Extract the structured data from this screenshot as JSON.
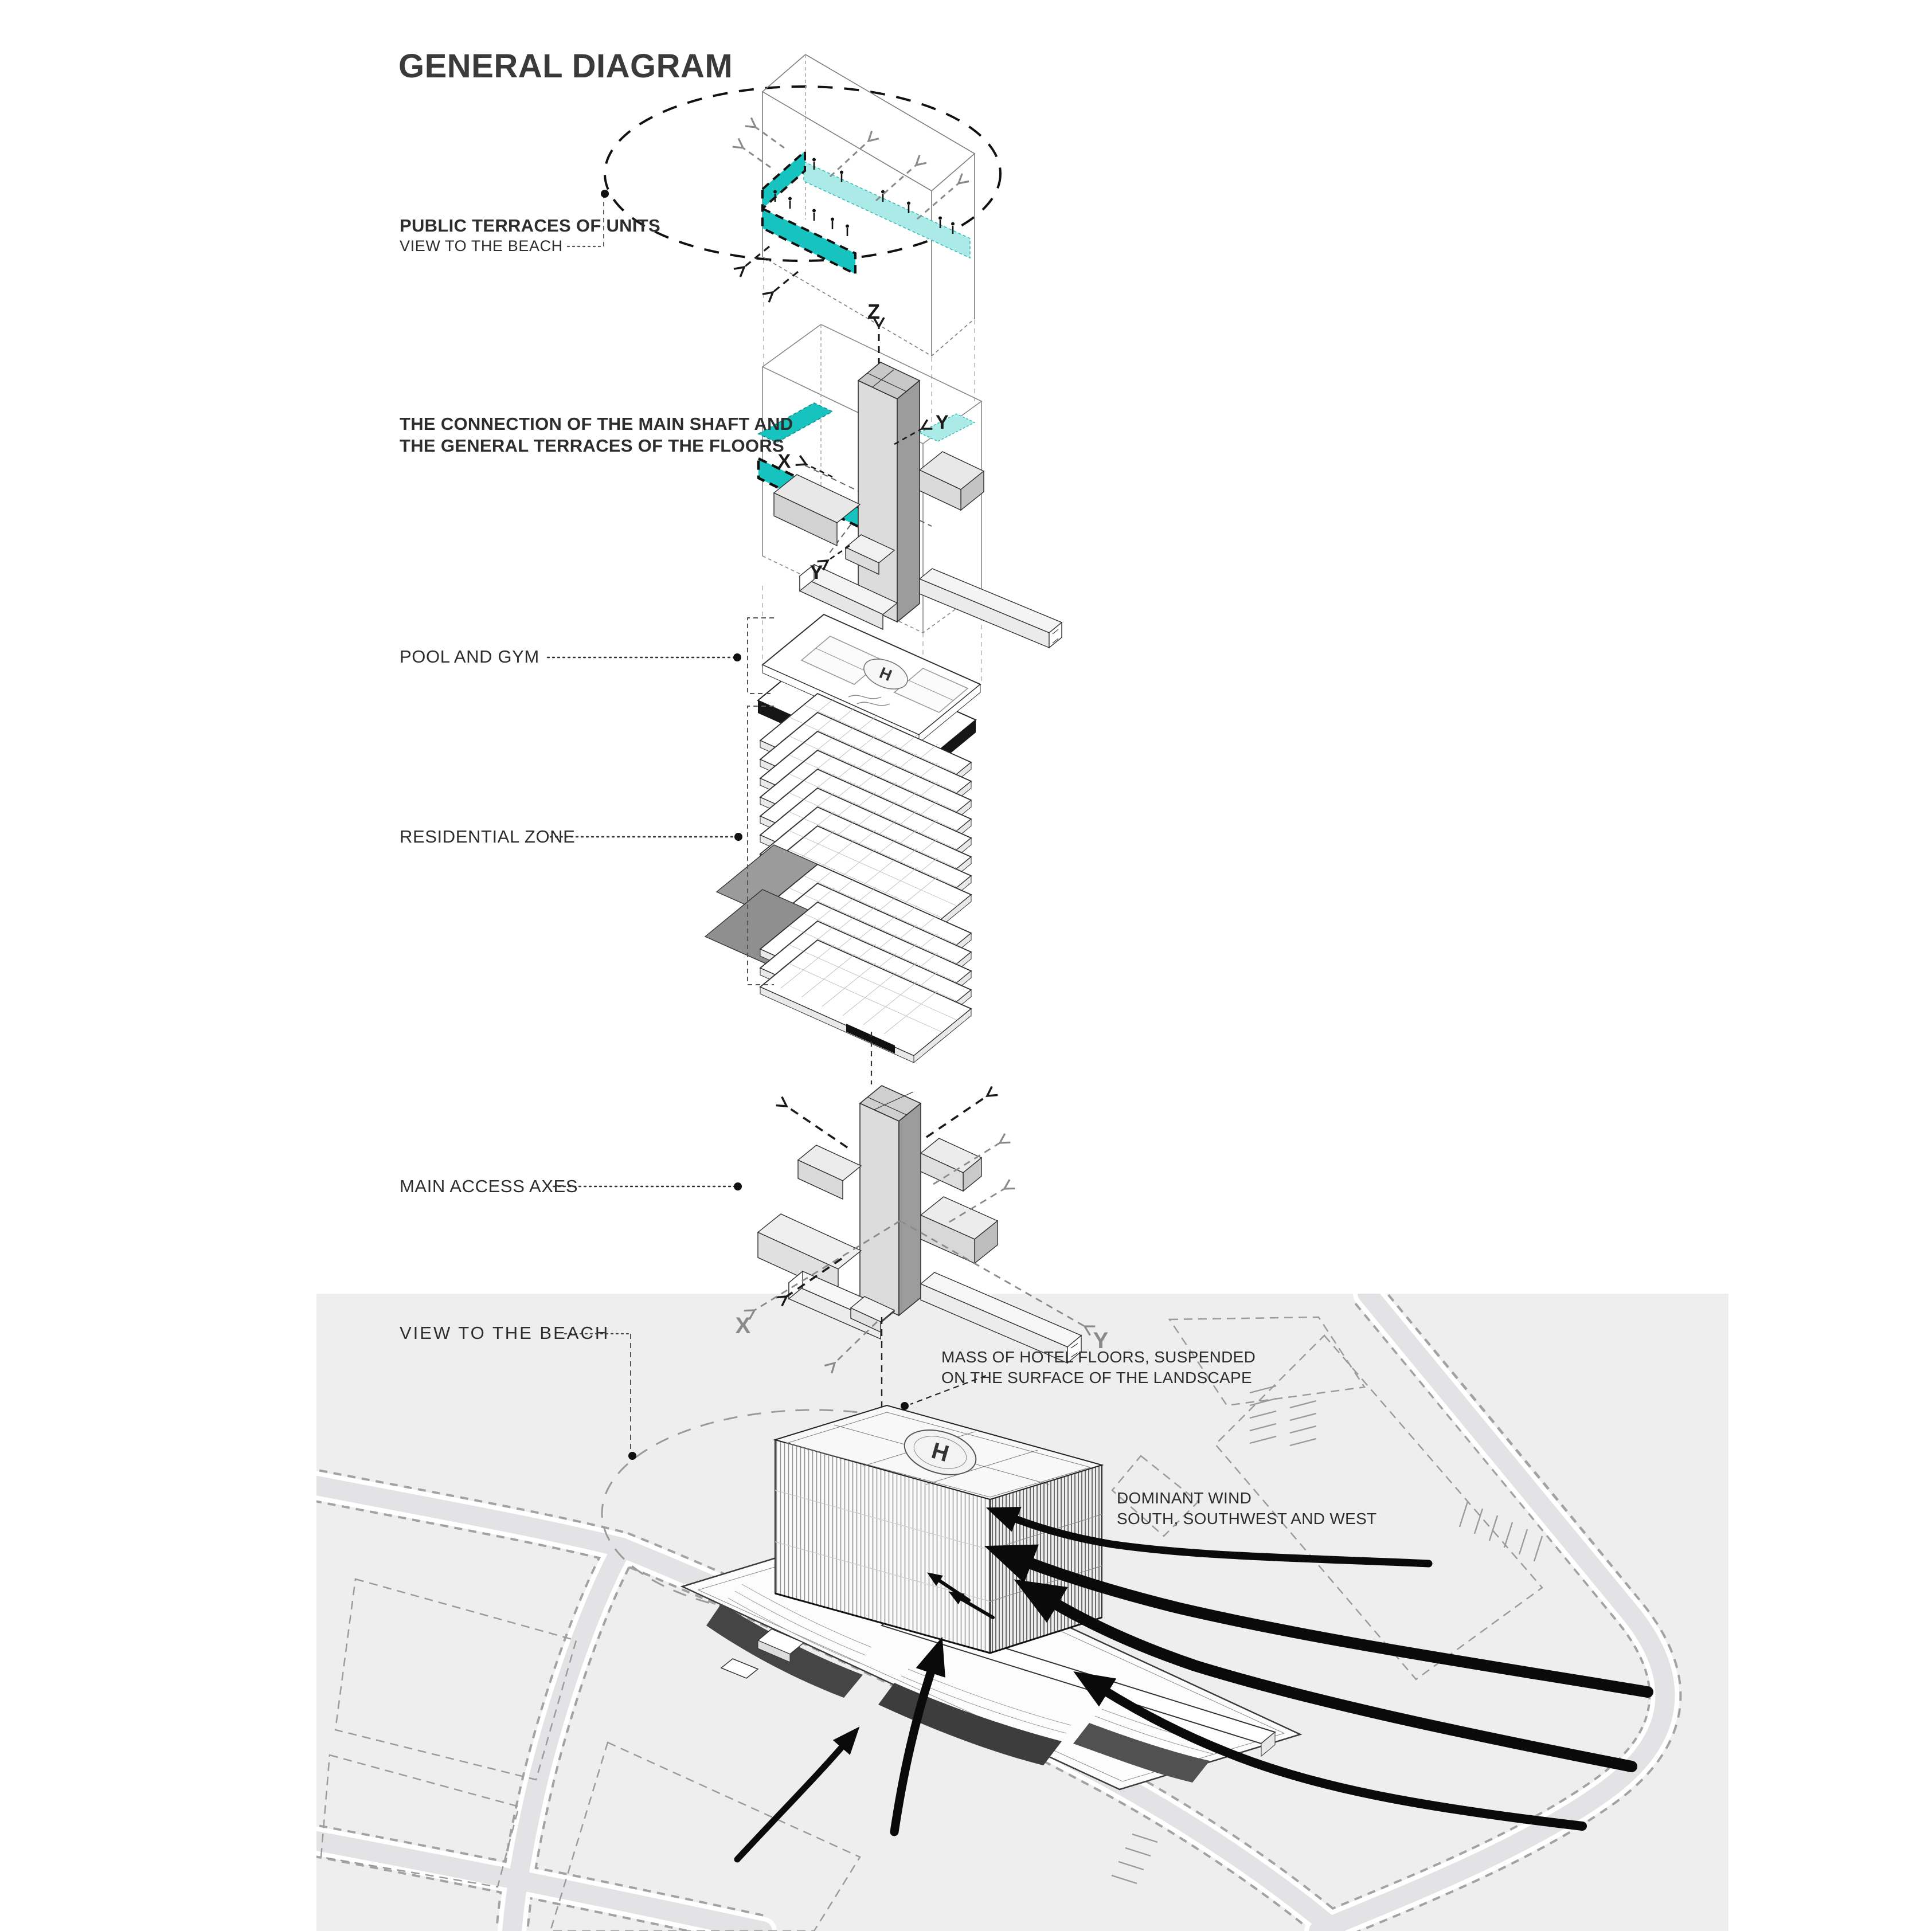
{
  "title": "GENERAL DIAGRAM",
  "labels": {
    "public_terraces": "PUBLIC TERRACES OF UNITS",
    "public_terraces_sub": "VIEW TO THE BEACH",
    "connection_line1": "THE CONNECTION OF THE MAIN SHAFT AND",
    "connection_line2": "THE GENERAL TERRACES OF THE FLOORS",
    "pool_gym": "POOL AND GYM",
    "residential": "RESIDENTIAL ZONE",
    "main_access": "MAIN ACCESS AXES",
    "view_beach": "VIEW TO THE BEACH",
    "hotel_mass_line1": "MASS OF HOTEL FLOORS, SUSPENDED",
    "hotel_mass_line2": "ON THE SURFACE OF THE LANDSCAPE",
    "wind_line1": "DOMINANT WIND",
    "wind_line2": "SOUTH, SOUTHWEST AND WEST"
  },
  "axes": {
    "x": "X",
    "y": "Y",
    "z": "Z"
  },
  "helipad_letter": "H",
  "colors": {
    "accent_teal": "#17C3BE",
    "accent_teal_light": "#ACEAE7",
    "ink": "#2F2F2F",
    "label_text": "#2D2D2D",
    "site_background": "#EEEEEF",
    "road_fill": "#E3E3E5",
    "shaft_light": "#DCDCDC",
    "shaft_dark": "#9C9C9C",
    "terrace_gray": "#9B9B9B",
    "wind_arrow": "#0A0A0A"
  }
}
